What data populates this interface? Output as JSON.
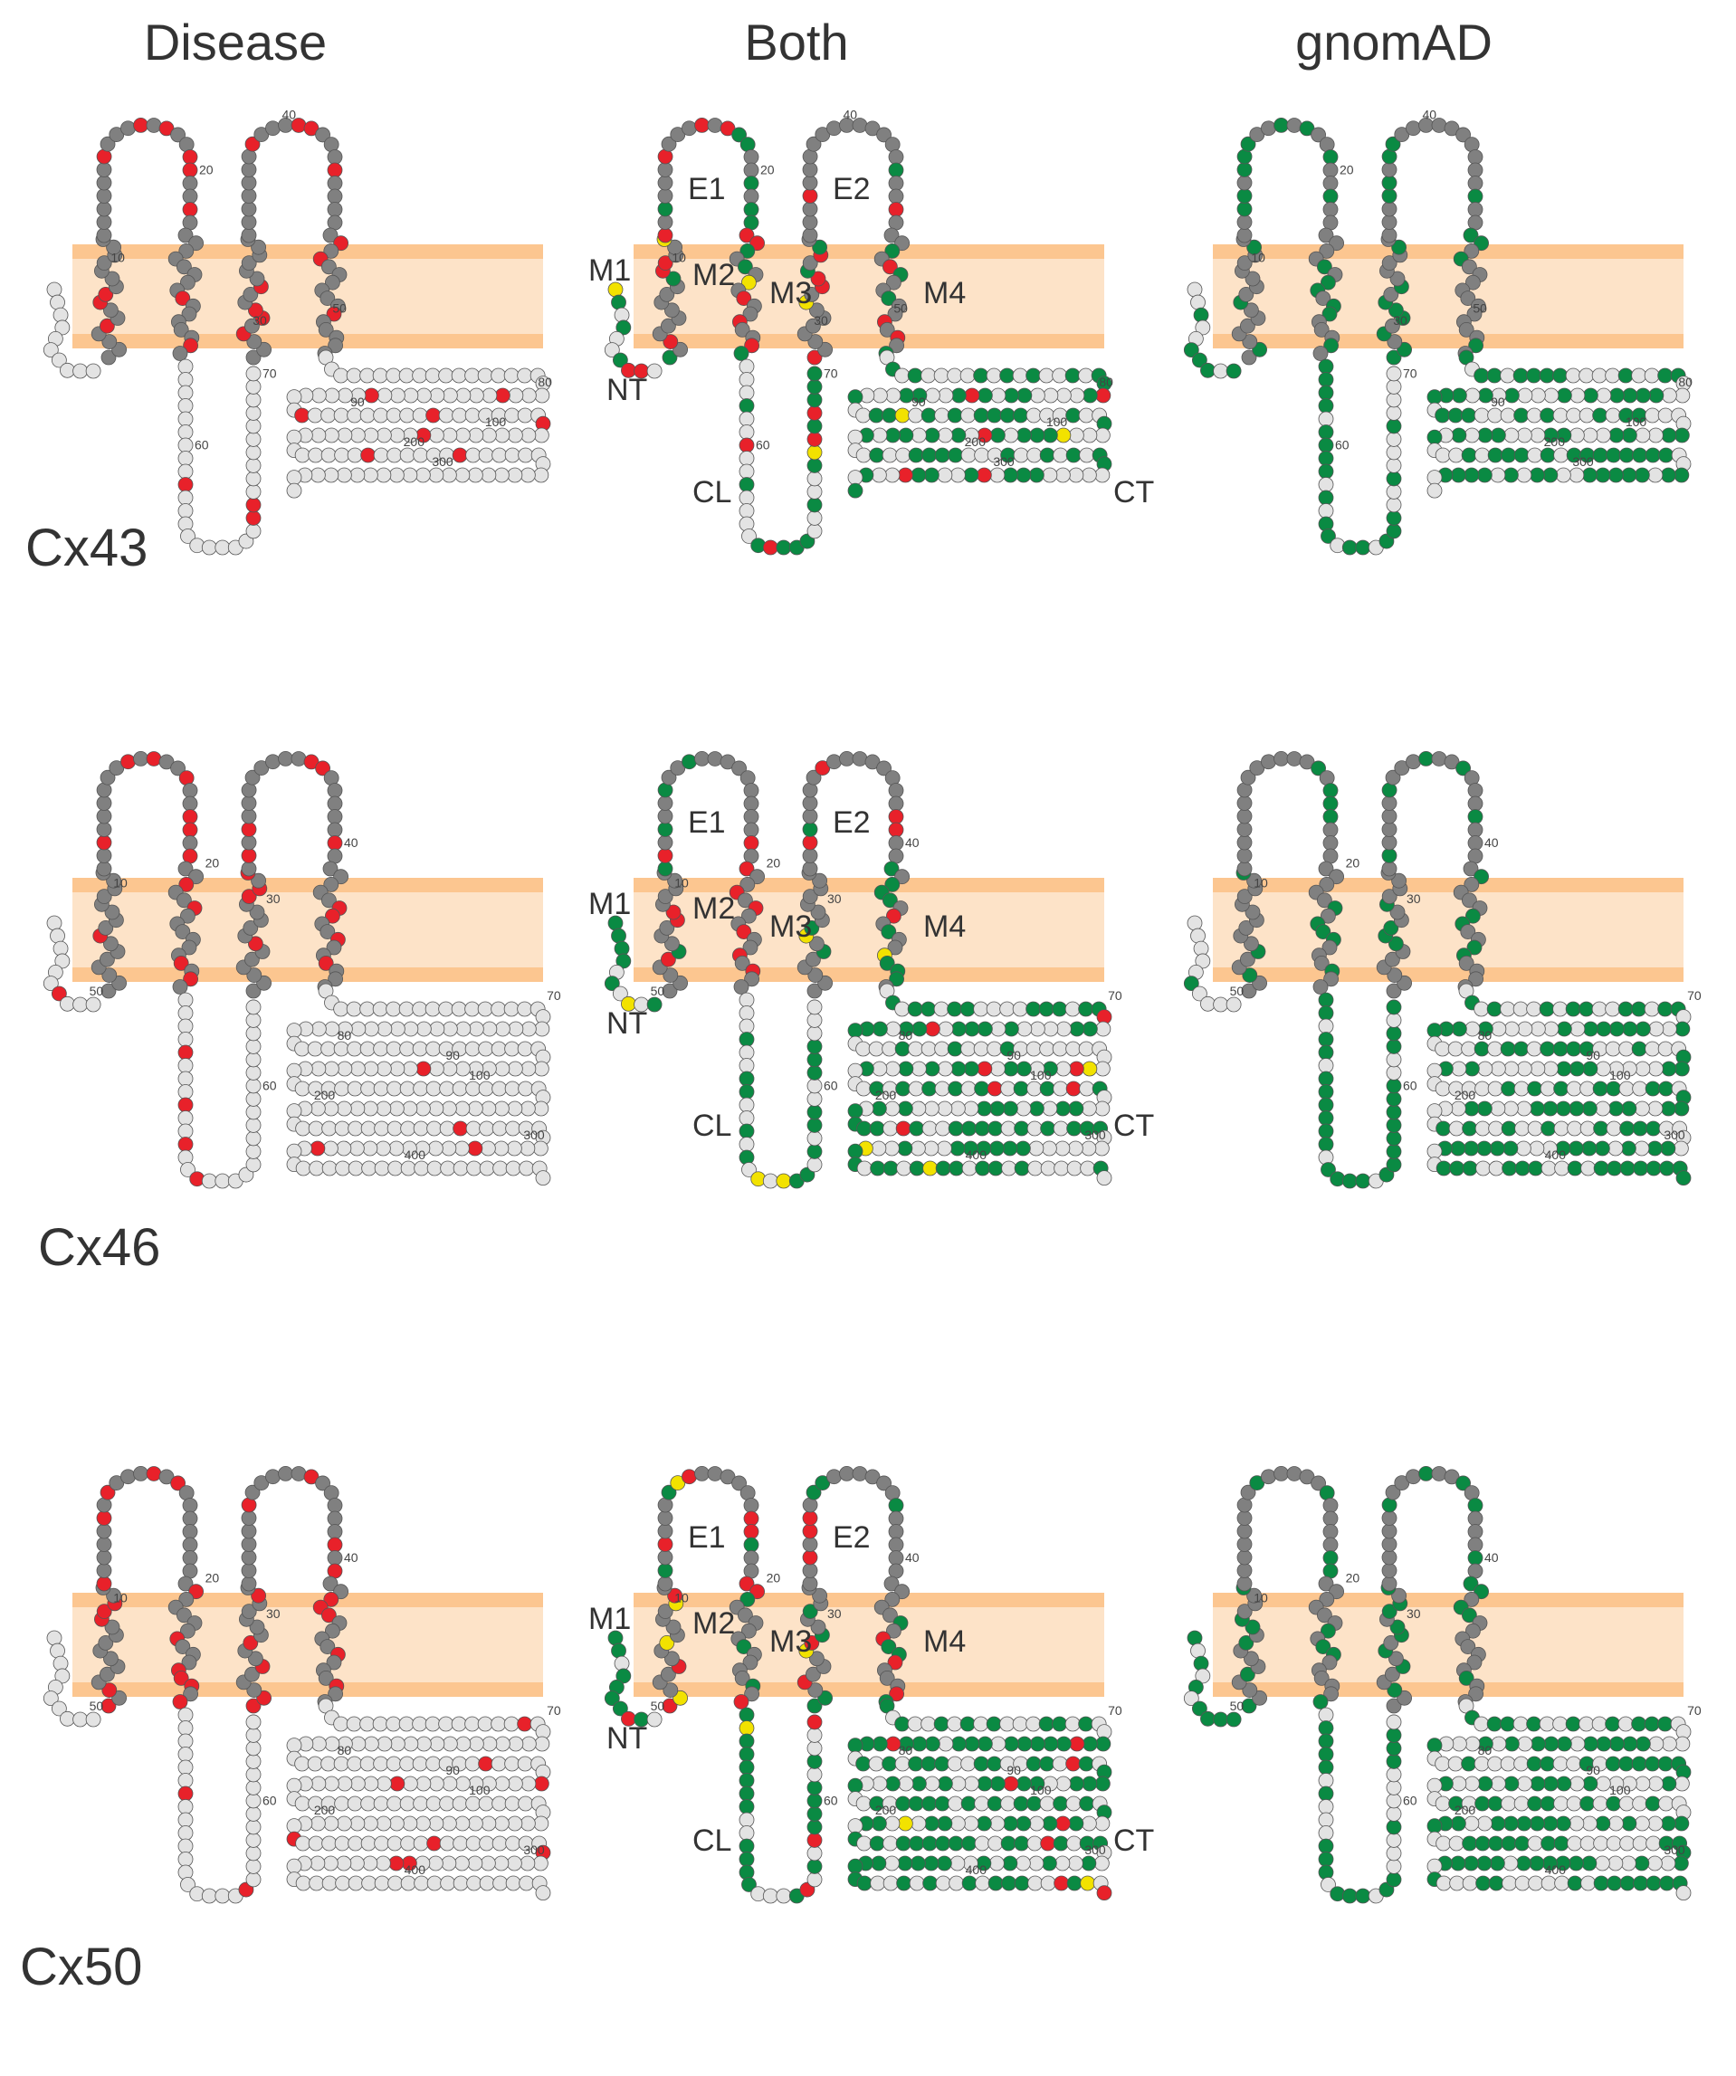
{
  "columns": [
    "Disease",
    "Both",
    "gnomAD"
  ],
  "rows": [
    "Cx43",
    "Cx46",
    "Cx50"
  ],
  "domain_labels": {
    "E1": "E1",
    "E2": "E2",
    "M1": "M1",
    "M2": "M2",
    "M3": "M3",
    "M4": "M4",
    "NT": "NT",
    "CL": "CL",
    "CT": "CT"
  },
  "colors": {
    "membrane_band": "#fde3c8",
    "membrane_edge": "#fcc690",
    "residue_tm": "#808080",
    "residue_cyto": "#e3e3e3",
    "residue_outline": "#555555",
    "disease": "#e8212a",
    "gnomad": "#0a8a43",
    "both": "#f2e200"
  },
  "tick_labels": {
    "Cx43": [
      "10",
      "20",
      "30",
      "40",
      "50",
      "60",
      "70",
      "80",
      "90",
      "100",
      "200",
      "300"
    ],
    "Cx46": [
      "10",
      "20",
      "30",
      "40",
      "50",
      "60",
      "70",
      "80",
      "90",
      "100",
      "200",
      "300",
      "400"
    ],
    "Cx50": [
      "10",
      "20",
      "30",
      "40",
      "50",
      "60",
      "70",
      "80",
      "90",
      "100",
      "200",
      "300",
      "400"
    ]
  }
}
